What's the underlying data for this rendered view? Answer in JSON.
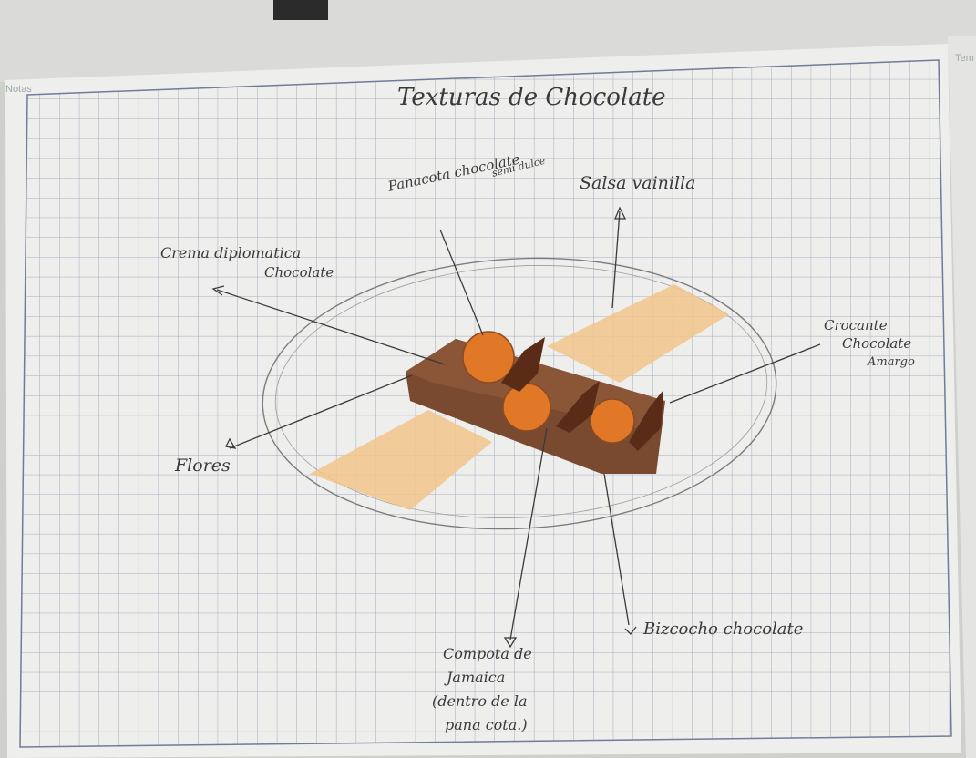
{
  "diagram": {
    "title": "Texturas de Chocolate",
    "corner_left": "Notas",
    "corner_right": "Tem",
    "labels": {
      "panacota_main": "Panacota chocolate",
      "panacota_sub": "semi dulce",
      "salsa": "Salsa vainilla",
      "crema_1": "Crema diplomatica",
      "crema_2": "Chocolate",
      "crocante_1": "Crocante",
      "crocante_2": "Chocolate",
      "crocante_3": "Amargo",
      "flores": "Flores",
      "compota_1": "Compota de",
      "compota_2": "Jamaica",
      "compota_3": "(dentro de la",
      "compota_4": "pana cota.)",
      "bizcocho": "Bizcocho chocolate"
    }
  },
  "colors": {
    "paper": "#eeeeec",
    "grid": "#8a96b0",
    "pencil": "#3a3a3a",
    "cake": "#7a4a30",
    "orange": "#e07828",
    "sauce": "#f2c48c"
  }
}
